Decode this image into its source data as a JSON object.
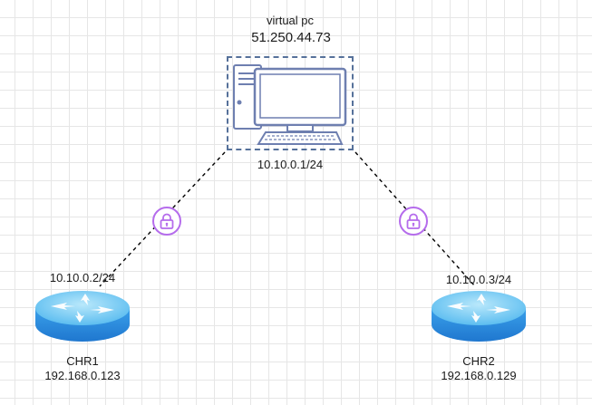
{
  "pc": {
    "name": "virtual pc",
    "public_ip": "51.250.44.73",
    "tunnel_ip": "10.10.0.1/24"
  },
  "chr1": {
    "tunnel_ip": "10.10.0.2/24",
    "name": "CHR1",
    "lan_ip": "192.168.0.123"
  },
  "chr2": {
    "tunnel_ip": "10.10.0.3/24",
    "name": "CHR2",
    "lan_ip": "192.168.0.129"
  },
  "colors": {
    "grid": "#e6e6e6",
    "pc_outline": "#56719a",
    "lock": "#b56cec",
    "router_top": "#7ccdf5",
    "router_side": "#2f8ee0",
    "wire": "#000000"
  },
  "icons": [
    "desktop-computer-icon",
    "lock-icon",
    "router-icon"
  ]
}
